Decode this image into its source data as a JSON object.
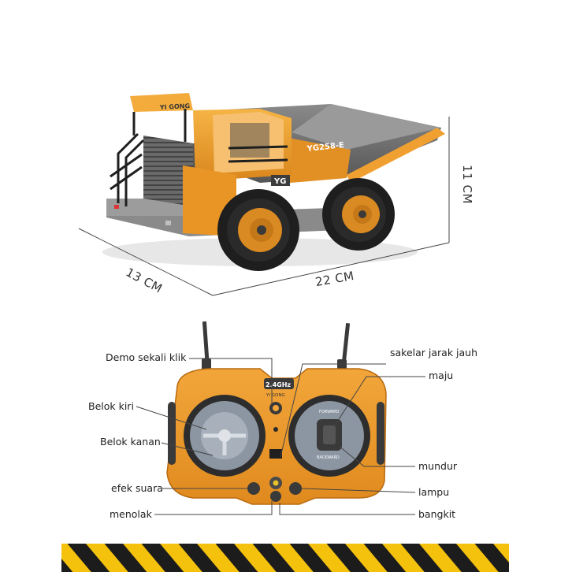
{
  "dimensions": {
    "width": "22 CM",
    "depth": "13 CM",
    "height": "11 CM"
  },
  "truck": {
    "cab_brand": "YI GONG",
    "model": "YG258-E",
    "logo": "YG"
  },
  "remote": {
    "frequency": "2.4GHz",
    "brand": "YI GONG",
    "forward_text": "FORWARD",
    "backward_text": "BACKWARD"
  },
  "labels": {
    "demo": "Demo sekali klik",
    "remote_switch": "sakelar jarak jauh",
    "forward": "maju",
    "turn_left": "Belok kiri",
    "turn_right": "Belok kanan",
    "backward": "mundur",
    "sound": "efek suara",
    "light": "lampu",
    "push": "menolak",
    "lift": "bangkit"
  },
  "colors": {
    "truck_orange": "#f0a030",
    "bed_gray": "#6f6f6f",
    "tire_black": "#1e1e1e",
    "hazard_yellow": "#f4c20d"
  }
}
